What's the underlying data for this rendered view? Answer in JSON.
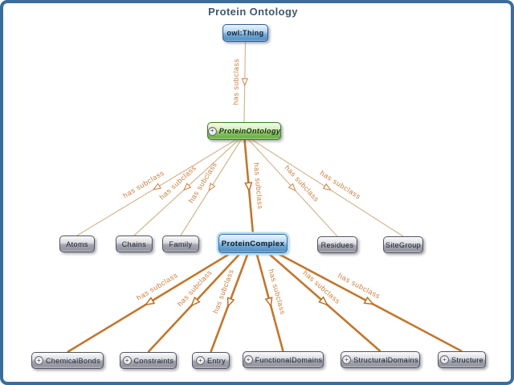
{
  "title": "Protein Ontology",
  "icons": {
    "expander": "+"
  },
  "colors": {
    "frame_border": "#3a6d9e",
    "title_color": "#3f5871",
    "edge_thin": "#d3b78f",
    "edge_thick": "#c0782f",
    "edge_label": "#ca803e",
    "selected_node_halo": "#b8e0f2",
    "root_node_blue": "#5a92c2",
    "ontology_node_green": "#6fae4c",
    "class_node_gray": "#a6a7b1"
  },
  "nodes": [
    {
      "id": "owl-thing",
      "label": "owl:Thing",
      "style": "blue",
      "expandable": false
    },
    {
      "id": "protein-ontology",
      "label": "ProteinOntology",
      "style": "green",
      "expandable": true
    },
    {
      "id": "atoms",
      "label": "Atoms",
      "style": "gray",
      "expandable": false
    },
    {
      "id": "chains",
      "label": "Chains",
      "style": "gray",
      "expandable": false
    },
    {
      "id": "family",
      "label": "Family",
      "style": "gray",
      "expandable": false
    },
    {
      "id": "protein-complex",
      "label": "ProteinComplex",
      "style": "blue-selected",
      "expandable": false
    },
    {
      "id": "residues",
      "label": "Residues",
      "style": "gray",
      "expandable": false
    },
    {
      "id": "site-group",
      "label": "SiteGroup",
      "style": "gray",
      "expandable": false
    },
    {
      "id": "chemical-bonds",
      "label": "ChemicalBonds",
      "style": "gray",
      "expandable": true
    },
    {
      "id": "constraints",
      "label": "Constraints",
      "style": "gray",
      "expandable": true
    },
    {
      "id": "entry",
      "label": "Entry",
      "style": "gray",
      "expandable": true
    },
    {
      "id": "functional-domains",
      "label": "FunctionalDomains",
      "style": "gray",
      "expandable": true
    },
    {
      "id": "structural-domains",
      "label": "StructuralDomains",
      "style": "gray",
      "expandable": true
    },
    {
      "id": "structure",
      "label": "Structure",
      "style": "gray",
      "expandable": true
    }
  ],
  "edges": [
    {
      "from": "owl-thing",
      "to": "protein-ontology",
      "label": "has subclass",
      "emphasis": false
    },
    {
      "from": "protein-ontology",
      "to": "atoms",
      "label": "has subclass",
      "emphasis": false
    },
    {
      "from": "protein-ontology",
      "to": "chains",
      "label": "has subclass",
      "emphasis": false
    },
    {
      "from": "protein-ontology",
      "to": "family",
      "label": "has subclass",
      "emphasis": false
    },
    {
      "from": "protein-ontology",
      "to": "protein-complex",
      "label": "has subclass",
      "emphasis": true
    },
    {
      "from": "protein-ontology",
      "to": "residues",
      "label": "has subclass",
      "emphasis": false
    },
    {
      "from": "protein-ontology",
      "to": "site-group",
      "label": "has subclass",
      "emphasis": false
    },
    {
      "from": "protein-complex",
      "to": "chemical-bonds",
      "label": "has subclass",
      "emphasis": true
    },
    {
      "from": "protein-complex",
      "to": "constraints",
      "label": "has subclass",
      "emphasis": true
    },
    {
      "from": "protein-complex",
      "to": "entry",
      "label": "has subclass",
      "emphasis": true
    },
    {
      "from": "protein-complex",
      "to": "functional-domains",
      "label": "has subclass",
      "emphasis": true
    },
    {
      "from": "protein-complex",
      "to": "structural-domains",
      "label": "has subclass",
      "emphasis": true
    },
    {
      "from": "protein-complex",
      "to": "structure",
      "label": "has subclass",
      "emphasis": true
    }
  ]
}
